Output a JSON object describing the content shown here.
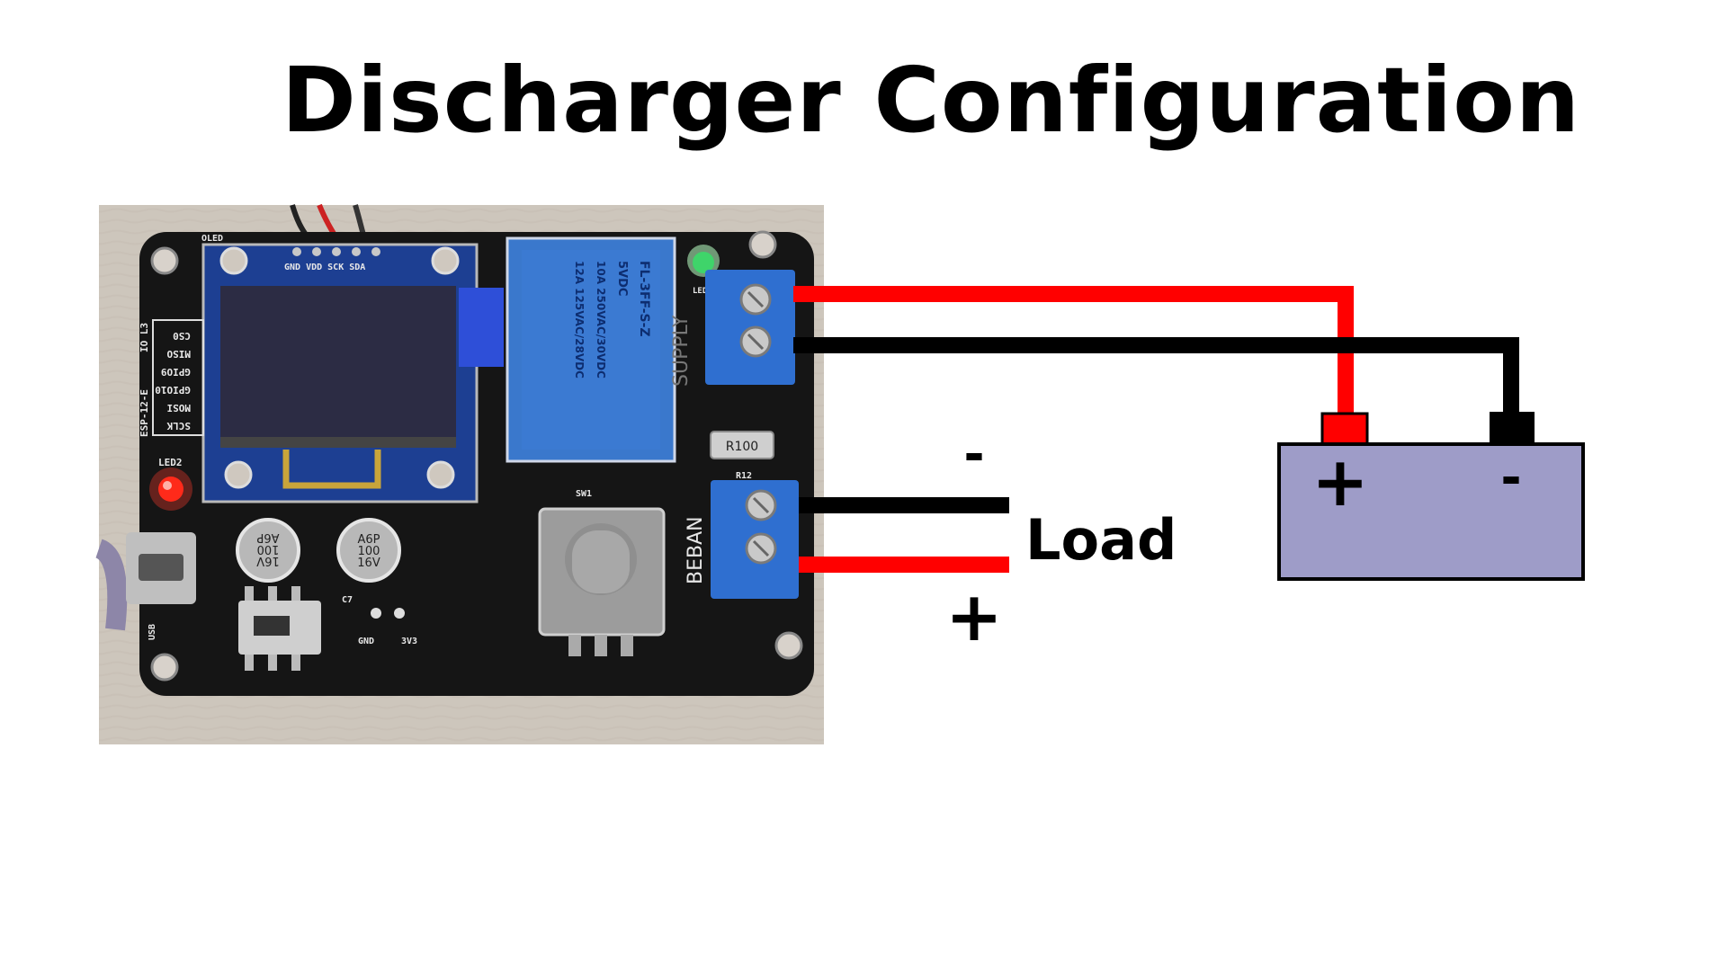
{
  "title": "Discharger Configuration",
  "labels": {
    "load": "Load",
    "load_minus": "-",
    "load_plus": "+",
    "battery_plus": "+",
    "battery_minus": "-"
  },
  "board_silkscreen": {
    "oled": "OLED",
    "oled_pins": "GND VDD SCK SDA",
    "esp": "ESP-12-E",
    "io_l3": "IO L3",
    "pins": [
      "CS0",
      "MISO",
      "GPIO9",
      "GPIO10",
      "MOSI",
      "SCLK"
    ],
    "led2": "LED2",
    "led": "LED",
    "supply": "SUPPLY",
    "beban": "BEBAN",
    "r12": "R12",
    "sw1": "SW1",
    "r100": "R100",
    "c7": "C7",
    "usb": "USB",
    "gnd": "GND",
    "v3": "3V3",
    "cap1": [
      "16V",
      "100",
      "A6P"
    ],
    "cap2": [
      "A6P",
      "100",
      "16V"
    ],
    "relay": [
      "FL-3FF-S-Z",
      "5VDC",
      "10A 250VAC/30VDC",
      "12A 125VAC/28VDC"
    ]
  },
  "colors": {
    "wire_positive": "#ff0000",
    "wire_negative": "#000000",
    "battery_fill": "#9e9cc8",
    "pcb": "#151515",
    "terminal": "#2f6fd0",
    "relay": "#3a78cc"
  }
}
